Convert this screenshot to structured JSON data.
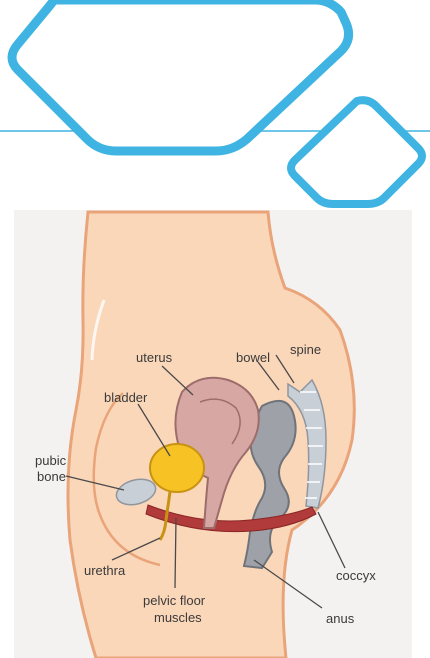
{
  "colors": {
    "frame_blue": "#3fb4e2",
    "skin": "#fbd7ba",
    "skin_outline": "#e9a479",
    "bladder_fill": "#f6c224",
    "uterus_fill": "#d6a7a3",
    "muscle": "#b13a3a",
    "bowel": "#9ea2a8",
    "bone": "#c9cfd6"
  },
  "labels": {
    "uterus": "uterus",
    "bowel": "bowel",
    "spine": "spine",
    "bladder": "bladder",
    "pubic_bone_line1": "pubic",
    "pubic_bone_line2": "bone",
    "urethra": "urethra",
    "pelvic_floor_line1": "pelvic floor",
    "pelvic_floor_line2": "muscles",
    "coccyx": "coccyx",
    "anus": "anus"
  }
}
